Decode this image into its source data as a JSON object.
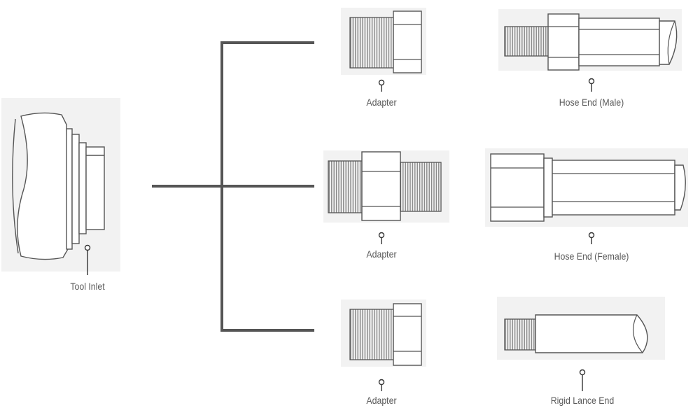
{
  "labels": {
    "tool_inlet": "Tool Inlet",
    "adapter_top": "Adapter",
    "adapter_middle": "Adapter",
    "adapter_bottom": "Adapter",
    "hose_end_male": "Hose End (Male)",
    "hose_end_female": "Hose End (Female)",
    "rigid_lance_end": "Rigid Lance End"
  },
  "colors": {
    "connector_line": "#555555",
    "part_stroke": "#555555",
    "thread_stroke": "#777777",
    "label_text": "#5a5a5a",
    "part_backdrop": "#f2f2f2"
  },
  "icons": {
    "tool_inlet": "tool-inlet-drawing",
    "adapter": "adapter-drawing",
    "hose_end_male": "hose-end-male-drawing",
    "hose_end_female": "hose-end-female-drawing",
    "rigid_lance_end": "rigid-lance-end-drawing",
    "callout": "callout-pin"
  }
}
